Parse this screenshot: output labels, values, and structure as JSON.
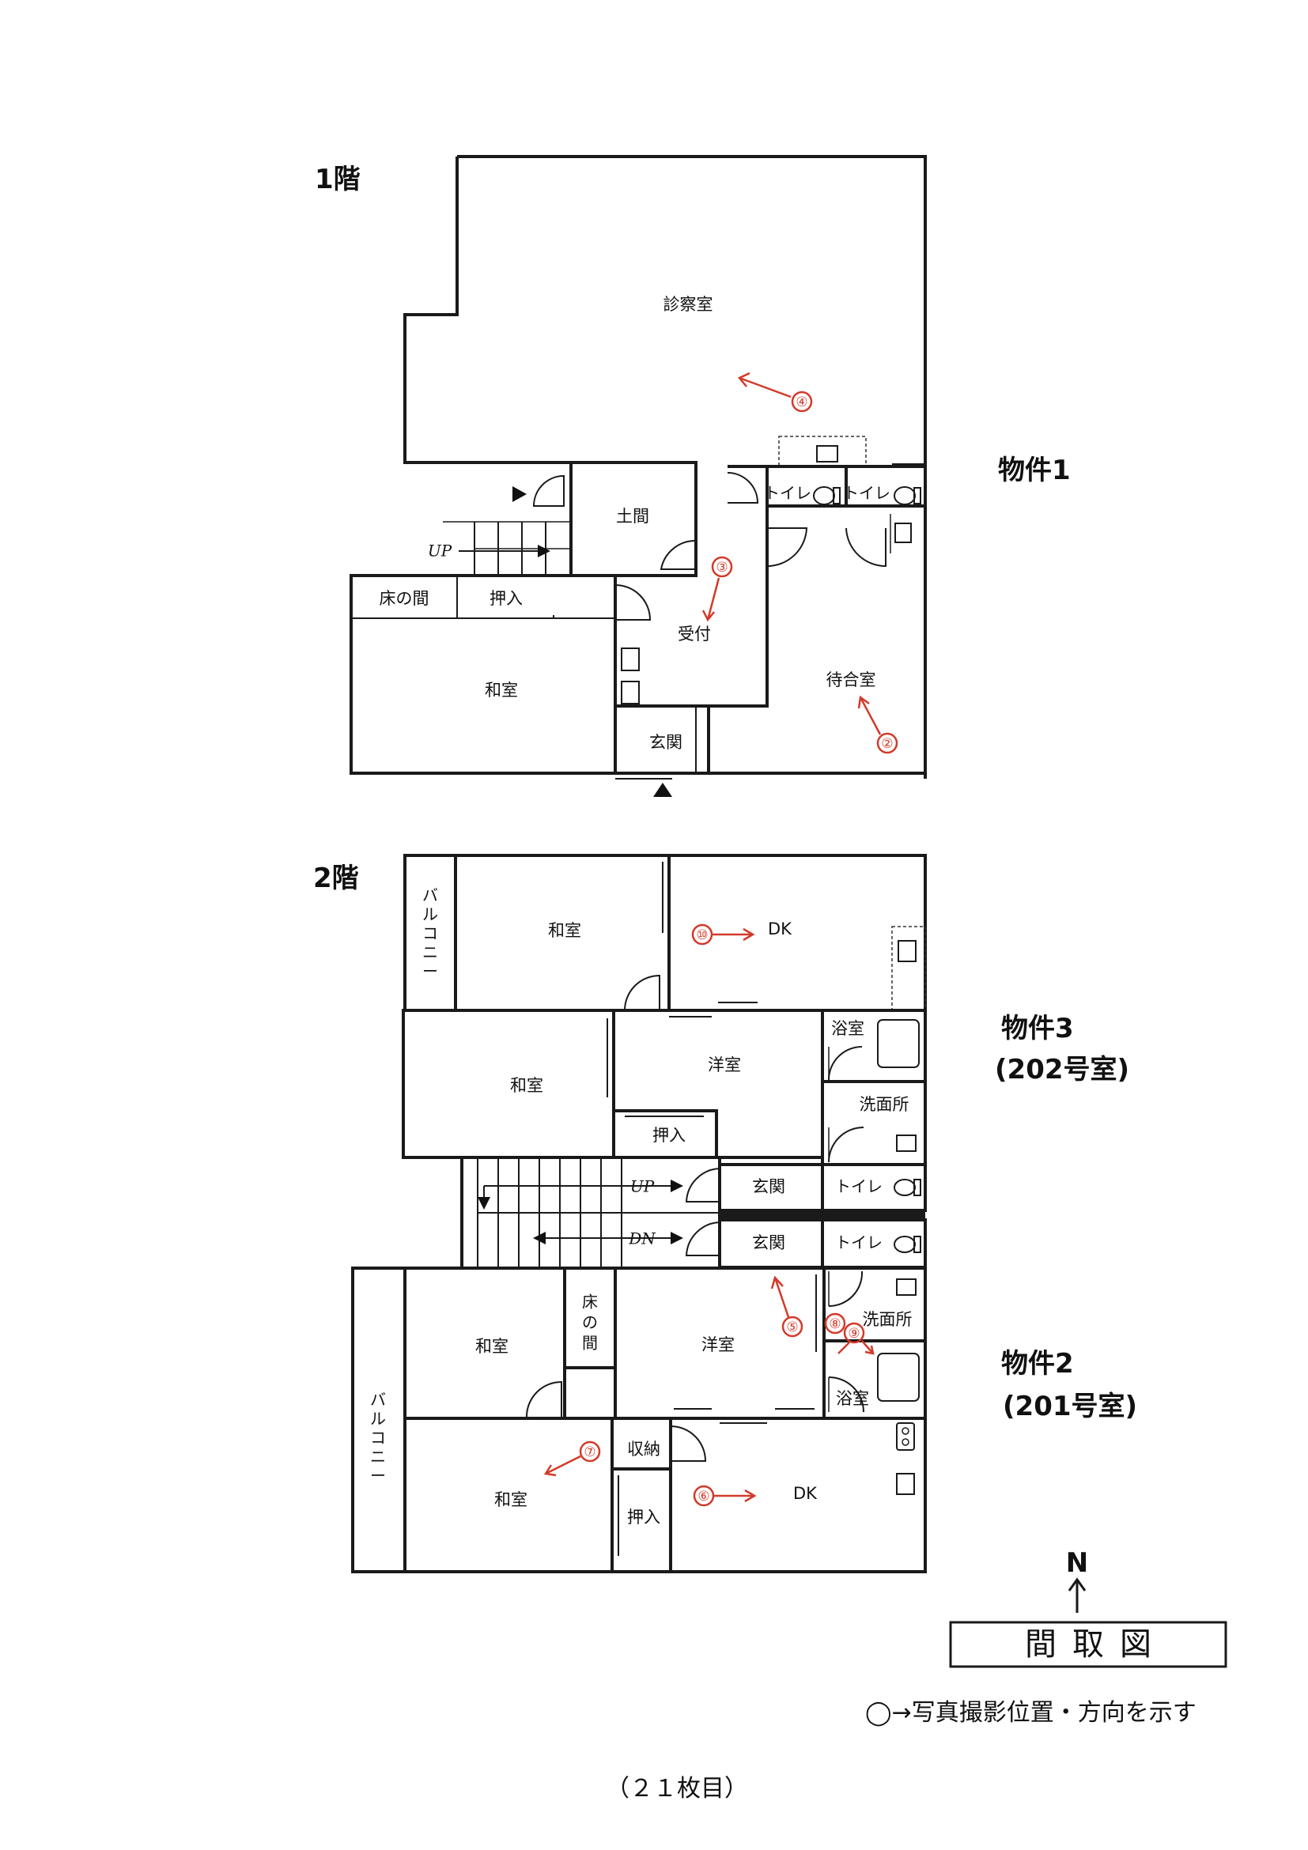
{
  "floors": {
    "first": "1階",
    "second": "2階"
  },
  "properties": {
    "p1": "物件1",
    "p3_name": "物件3",
    "p3_room": "(202号室)",
    "p2_name": "物件2",
    "p2_room": "(201号室)"
  },
  "rooms_1f": {
    "exam": "診察室",
    "doma": "土間",
    "toilet_a": "トイレ",
    "toilet_b": "トイレ",
    "up": "UP",
    "tokonoma": "床の間",
    "oshiire": "押入",
    "reception": "受付",
    "waiting": "待合室",
    "washitsu": "和室",
    "genkan": "玄関"
  },
  "rooms_2f": {
    "balcony_n": "バルコニー",
    "washitsu_nw": "和室",
    "dk_n": "DK",
    "washitsu_w": "和室",
    "youshitsu_n": "洋室",
    "bath_n": "浴室",
    "wash_n": "洗面所",
    "oshiire_n": "押入",
    "up": "UP",
    "dn": "DN",
    "genkan_n": "玄関",
    "toilet_n": "トイレ",
    "genkan_s": "玄関",
    "toilet_s": "トイレ",
    "washitsu_sw": "和室",
    "tokonoma_s": "床の間",
    "youshitsu_s": "洋室",
    "wash_s": "洗面所",
    "bath_s": "浴室",
    "balcony_s": "バルコニー",
    "storage": "収納",
    "washitsu_s": "和室",
    "oshiire_s": "押入",
    "dk_s": "DK"
  },
  "markers": [
    "②",
    "③",
    "④",
    "⑤",
    "⑥",
    "⑦",
    "⑧",
    "⑨",
    "⑩"
  ],
  "compass": "N",
  "plan_title": "間取図",
  "legend": "◯→写真撮影位置・方向を示す",
  "page_note": "（２１枚目）",
  "colors": {
    "marker": "#d23a2a",
    "line": "#1a1a1a"
  }
}
